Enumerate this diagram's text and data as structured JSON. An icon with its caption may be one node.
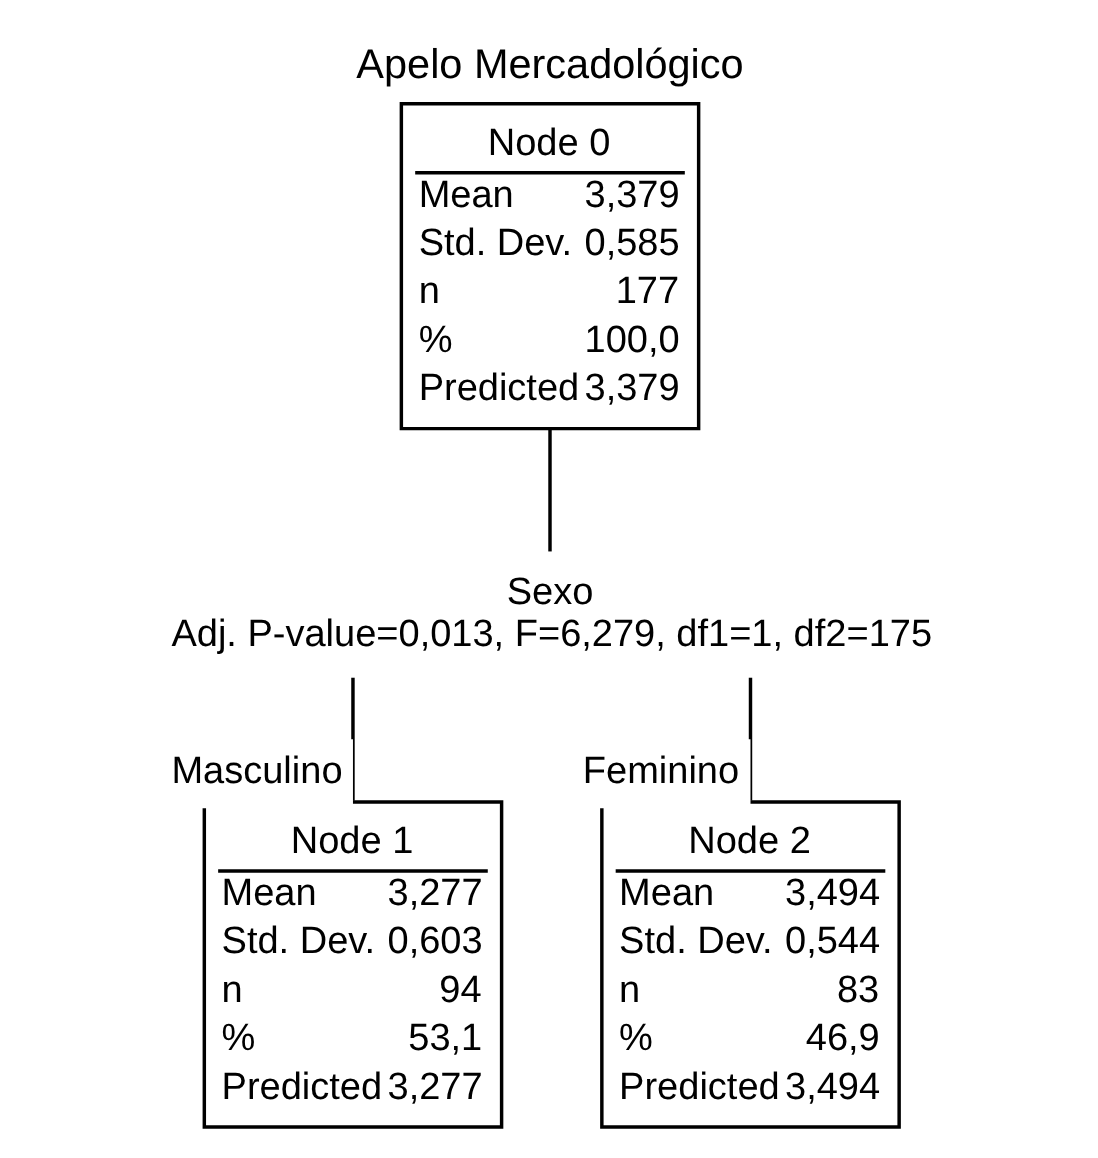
{
  "diagram": {
    "title": "Apelo Mercadológico",
    "nodes": [
      {
        "text": [
          "Node 0",
          "Mean",
          "3,379",
          "Std. Dev.",
          "0,585",
          "n",
          "177",
          "%",
          "100,0",
          "Predicted",
          "3,379"
        ]
      },
      {
        "text": [
          "Sexo",
          "Adj. P-value=0,013, F=6,279, df1=1, df2=175"
        ]
      },
      {
        "text": [
          "Node 1",
          "Mean",
          "3,277",
          "Std. Dev.",
          "0,603",
          "n",
          "94",
          "%",
          "53,1",
          "Predicted",
          "3,277"
        ]
      },
      {
        "text": [
          "Node 2",
          "Mean",
          "3,494",
          "Std. Dev.",
          "0,544",
          "n",
          "83",
          "%",
          "46,9",
          "Predicted",
          "3,494"
        ]
      }
    ],
    "edges": [
      {
        "from": 0,
        "to": 1,
        "arrow": "none"
      },
      {
        "from": 1,
        "to": 2,
        "arrow": "none",
        "label": "Masculino"
      },
      {
        "from": 1,
        "to": 3,
        "arrow": "none",
        "label": "Feminino"
      }
    ]
  }
}
